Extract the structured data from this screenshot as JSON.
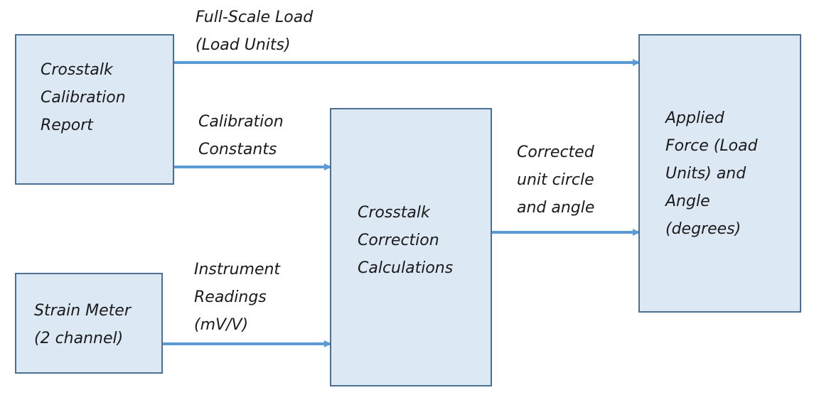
{
  "boxes": {
    "calibration_report": {
      "lines": [
        "Crosstalk",
        "Calibration",
        "Report"
      ]
    },
    "strain_meter": {
      "lines": [
        "Strain Meter",
        "(2 channel)"
      ]
    },
    "correction_calculations": {
      "lines": [
        "Crosstalk",
        "Correction",
        "Calculations"
      ]
    },
    "applied_force": {
      "lines": [
        "Applied",
        "Force (Load",
        "Units) and",
        "Angle",
        "(degrees)"
      ]
    }
  },
  "arrows": {
    "full_scale_load": {
      "lines": [
        "Full-Scale Load",
        "(Load Units)"
      ]
    },
    "calibration_constants": {
      "lines": [
        "Calibration",
        "Constants"
      ]
    },
    "instrument_readings": {
      "lines": [
        "Instrument",
        "Readings",
        "(mV/V)"
      ]
    },
    "corrected_unit_circle": {
      "lines": [
        "Corrected",
        "unit circle",
        "and angle"
      ]
    }
  },
  "colors": {
    "box_fill": "#dde8f5",
    "box_border": "#4d6f94",
    "arrow": "#5b9bd5"
  }
}
